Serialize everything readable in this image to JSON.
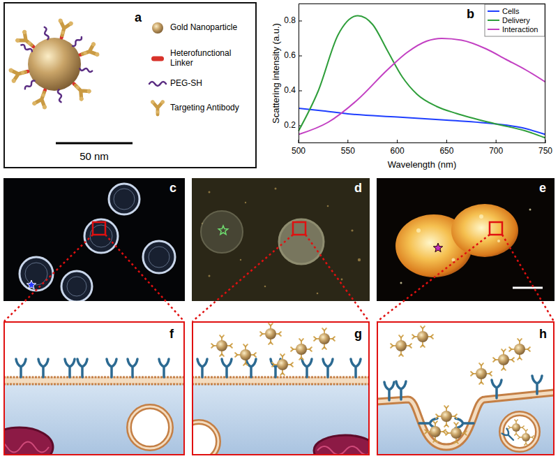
{
  "diagram": {
    "nodes": [
      {
        "text": [
          "a"
        ]
      },
      {
        "text": [
          "b"
        ]
      },
      {
        "text": [
          "c"
        ]
      },
      {
        "text": [
          "d"
        ]
      },
      {
        "text": [
          "e"
        ]
      },
      {
        "text": [
          "f"
        ]
      },
      {
        "text": [
          "g"
        ]
      },
      {
        "text": [
          "h"
        ]
      }
    ],
    "labels": [
      "50 nm",
      "Scattering intensity (a.u.)",
      "Wavelength (nm)",
      "500",
      "550",
      "600",
      "650",
      "700",
      "750",
      "0.2",
      "0.4",
      "0.6",
      "0.8"
    ],
    "legend": [
      {
        "text": "Gold Nanoparticle"
      },
      {
        "text": "Heterofunctional Linker"
      },
      {
        "text": "PEG-SH"
      },
      {
        "text": "Targeting Antibody"
      },
      {
        "text": "Cells"
      },
      {
        "text": "Delivery"
      },
      {
        "text": "Interaction"
      }
    ]
  }
}
